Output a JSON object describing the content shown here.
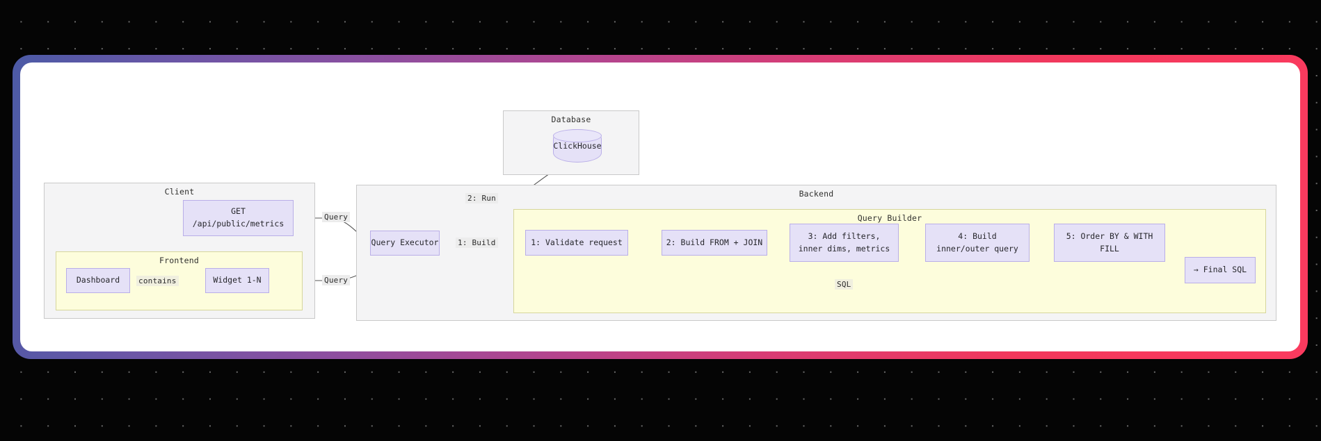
{
  "diagram": {
    "groups": {
      "client": {
        "title": "Client"
      },
      "frontend": {
        "title": "Frontend"
      },
      "database": {
        "title": "Database"
      },
      "backend": {
        "title": "Backend"
      },
      "query_builder": {
        "title": "Query Builder"
      }
    },
    "nodes": {
      "get_endpoint": {
        "line1": "GET",
        "line2": "/api/public/metrics"
      },
      "dashboard": {
        "label": "Dashboard"
      },
      "widget": {
        "label": "Widget 1-N"
      },
      "clickhouse": {
        "label": "ClickHouse"
      },
      "query_executor": {
        "label": "Query Executor"
      },
      "step1": {
        "label": "1: Validate request"
      },
      "step2": {
        "label": "2: Build FROM + JOIN"
      },
      "step3": {
        "line1": "3: Add filters,",
        "line2": "inner dims, metrics"
      },
      "step4": {
        "line1": "4: Build",
        "line2": "inner/outer query"
      },
      "step5": {
        "line1": "5: Order BY & WITH",
        "line2": "FILL"
      },
      "final_sql": {
        "label": "→ Final SQL"
      }
    },
    "edge_labels": {
      "contains": "contains",
      "query_top": "Query",
      "query_bottom": "Query",
      "run": "2: Run",
      "build": "1: Build",
      "sql": "SQL"
    },
    "colors": {
      "node_fill": "#e5e1f7",
      "node_stroke": "#b9aee8",
      "group_fill": "#f4f4f5",
      "group_stroke": "#c9c9c9",
      "group_yellow_fill": "#fdfddc",
      "group_yellow_stroke": "#d6d69b",
      "frame_gradient_start": "#4c5aa6",
      "frame_gradient_end": "#fb3a5e",
      "backdrop": "#050505"
    }
  }
}
